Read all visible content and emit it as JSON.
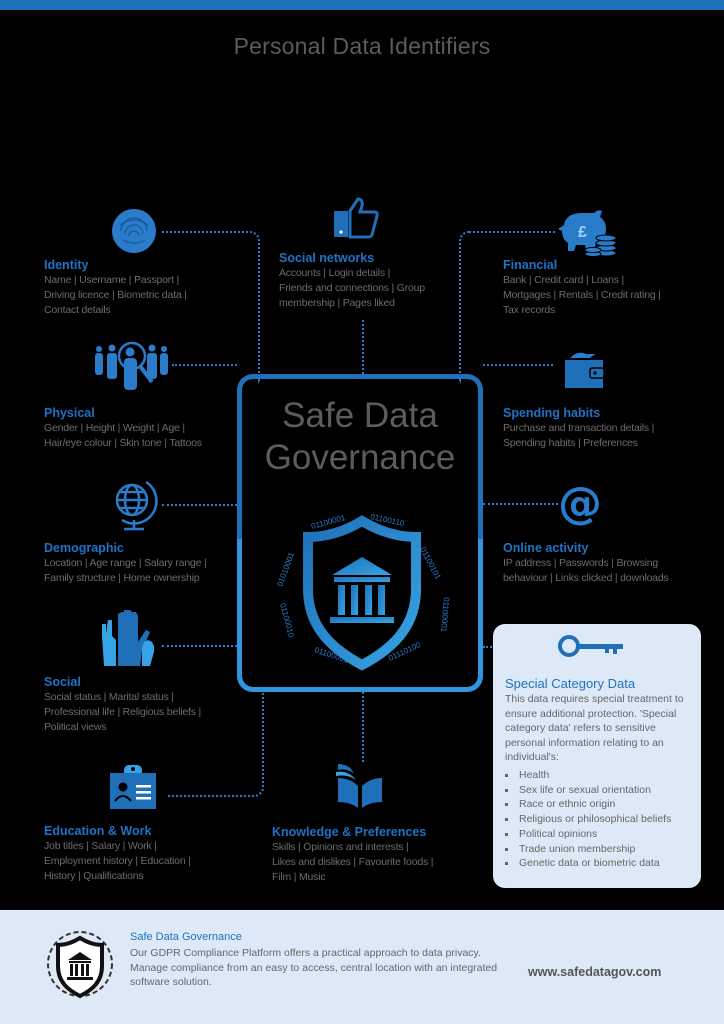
{
  "header": {
    "title": "Personal Data Identifiers"
  },
  "colors": {
    "accent": "#1f70b8",
    "accent_light": "#2e97dd",
    "text_gray": "#6c6c6c",
    "panel_bg": "#dde9f6"
  },
  "center": {
    "title_line1": "Safe Data",
    "title_line2": "Governance",
    "binary": [
      "01100001",
      "01100110",
      "01100101",
      "01100001",
      "01110100",
      "01100001",
      "01100010",
      "01010001"
    ]
  },
  "categories": {
    "identity": {
      "icon": "fingerprint-icon",
      "title": "Identity",
      "desc": [
        "Name | Username | Passport |",
        "Driving licence | Biometric data |",
        "Contact details"
      ]
    },
    "social_networks": {
      "icon": "thumbs-up-icon",
      "title": "Social networks",
      "desc": [
        "Accounts | Login details |",
        "Friends and connections | Group",
        "membership | Pages liked"
      ]
    },
    "financial": {
      "icon": "piggy-bank-icon",
      "title": "Financial",
      "desc": [
        "Bank | Credit card | Loans |",
        "Mortgages | Rentals | Credit rating |",
        "Tax records"
      ]
    },
    "physical": {
      "icon": "people-search-icon",
      "title": "Physical",
      "desc": [
        "Gender | Height | Weight | Age |",
        "Hair/eye colour | Skin tone | Tattoos"
      ]
    },
    "spending": {
      "icon": "wallet-icon",
      "title": "Spending habits",
      "desc": [
        "Purchase and transaction details |",
        "Spending habits | Preferences"
      ]
    },
    "demographic": {
      "icon": "globe-icon",
      "title": "Demographic",
      "desc": [
        "Location | Age range | Salary range |",
        "Family structure | Home ownership"
      ]
    },
    "online": {
      "icon": "at-sign-icon",
      "title": "Online activity",
      "desc": [
        "IP address | Passwords | Browsing",
        "behaviour | Links clicked | downloads"
      ]
    },
    "social": {
      "icon": "raised-hands-icon",
      "title": "Social",
      "desc": [
        "Social status | Marital status |",
        "Professional life | Religious beliefs |",
        "Political views"
      ]
    },
    "education": {
      "icon": "id-badge-icon",
      "title": "Education & Work",
      "desc": [
        "Job titles | Salary | Work |",
        "Employment history | Education |",
        "History | Qualifications"
      ]
    },
    "knowledge": {
      "icon": "open-book-icon",
      "title": "Knowledge & Preferences",
      "desc": [
        "Skills | Opinions and interests |",
        "Likes and dislikes | Favourite foods |",
        "Film | Music"
      ]
    }
  },
  "special": {
    "icon": "key-icon",
    "title": "Special Category Data",
    "desc": "This data requires special treatment to ensure additional protection. 'Special category data' refers to sensitive personal information relating to an individual's:",
    "items": [
      "Health",
      "Sex life or sexual orientation",
      "Race or ethnic origin",
      "Religious or philosophical beliefs",
      "Political opinions",
      "Trade union membership",
      "Genetic data or biometric data"
    ]
  },
  "footer": {
    "title": "Safe Data Governance",
    "desc": "Our GDPR Compliance Platform offers a practical approach to data privacy. Manage compliance from an easy to access, central location with an integrated software solution.",
    "url": "www.safedatagov.com"
  }
}
